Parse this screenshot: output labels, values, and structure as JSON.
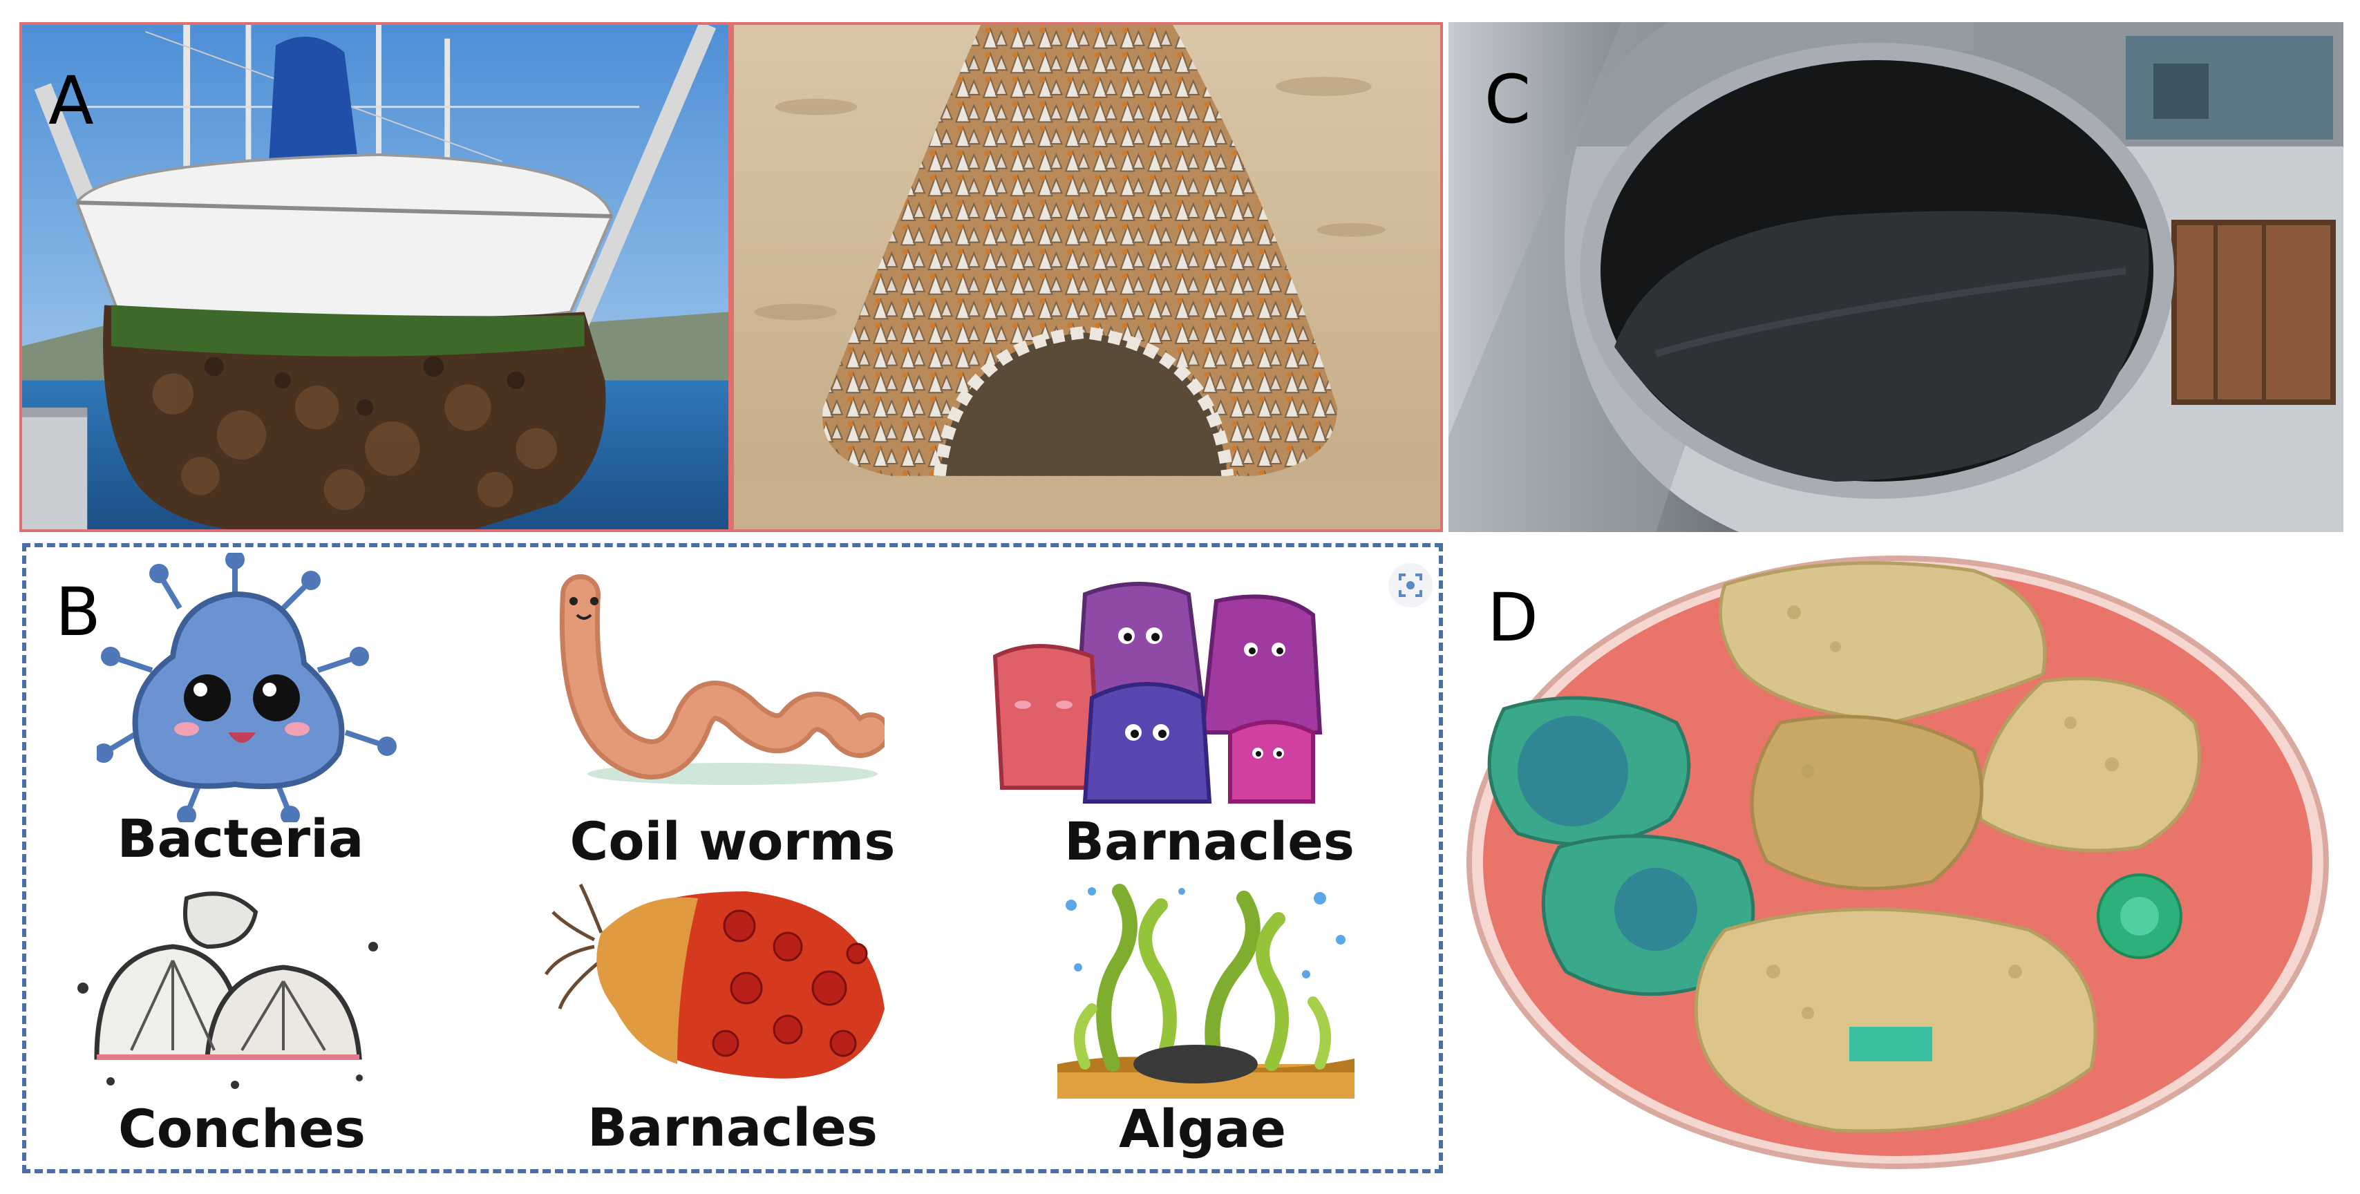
{
  "figure": {
    "panel_labels": {
      "a": "A",
      "b": "B",
      "c": "C",
      "d": "D"
    },
    "organisms": [
      {
        "id": "bacteria",
        "label": "Bacteria",
        "icon": "bacteria-icon"
      },
      {
        "id": "coil-worms",
        "label": "Coil worms",
        "icon": "worm-icon"
      },
      {
        "id": "barnacles-1",
        "label": "Barnacles",
        "icon": "barnacles-icon"
      },
      {
        "id": "conches",
        "label": "Conches",
        "icon": "shell-icon"
      },
      {
        "id": "barnacles-2",
        "label": "Barnacles",
        "icon": "barnacle-cluster-icon"
      },
      {
        "id": "algae",
        "label": "Algae",
        "icon": "algae-icon"
      }
    ],
    "colors": {
      "panel_a_border": "#e07070",
      "panel_b_border": "#4a6fa8",
      "petri_agar": "#e8746a"
    }
  }
}
